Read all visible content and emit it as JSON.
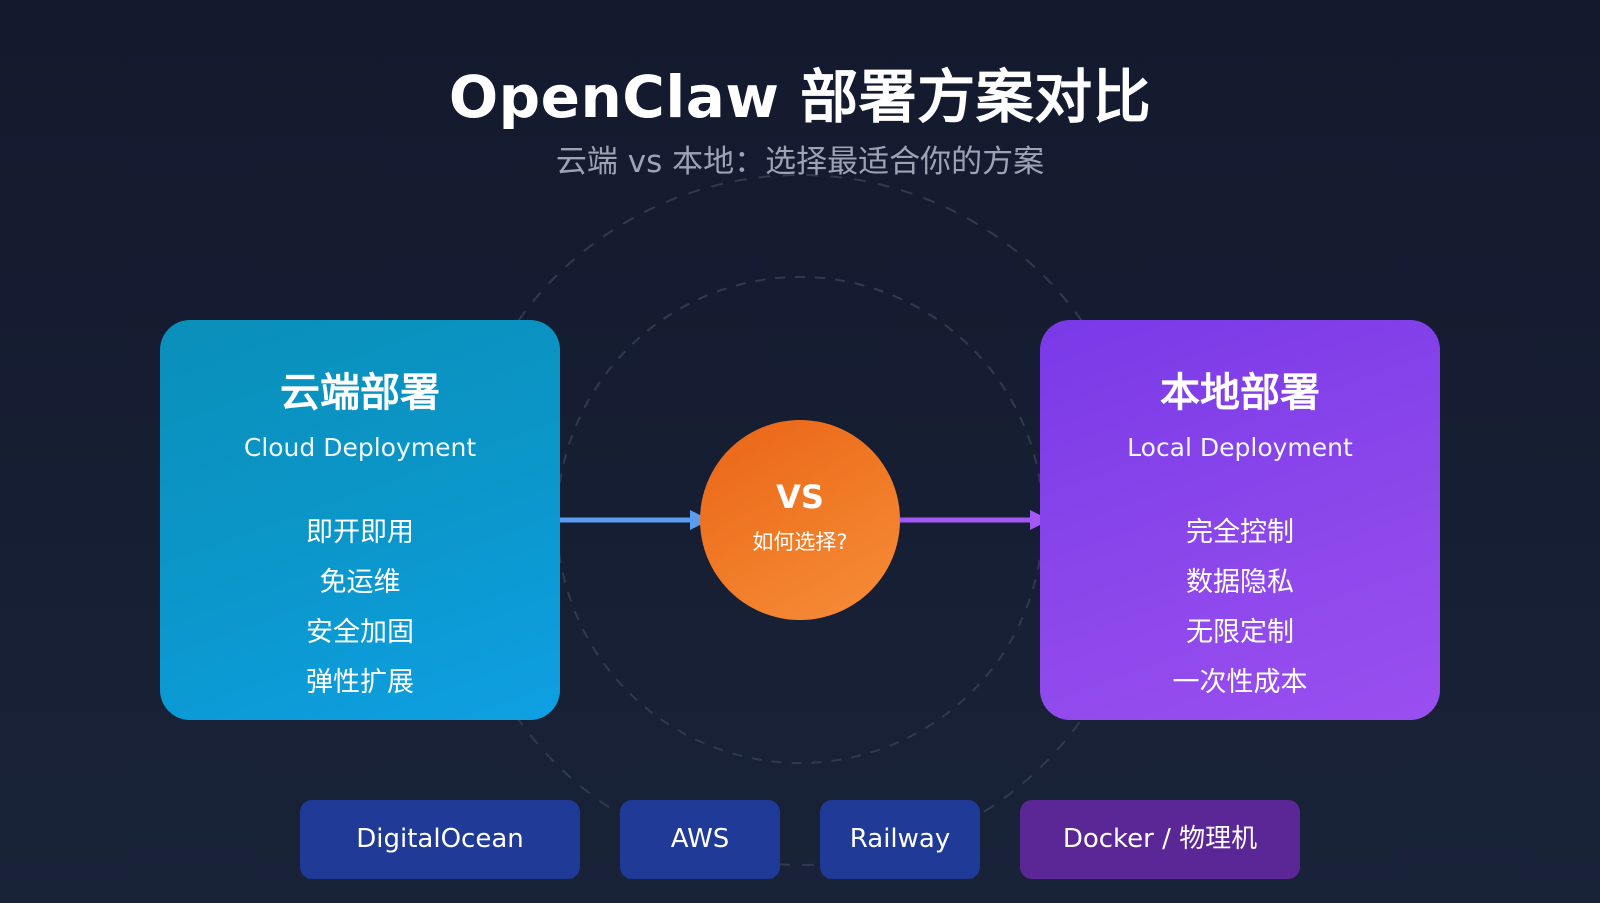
{
  "header": {
    "title": "OpenClaw 部署方案对比",
    "subtitle": "云端 vs 本地：选择最适合你的方案"
  },
  "cloud": {
    "title": "云端部署",
    "subtitle": "Cloud Deployment",
    "features": [
      "即开即用",
      "免运维",
      "安全加固",
      "弹性扩展"
    ]
  },
  "center": {
    "vs": "VS",
    "question": "如何选择?"
  },
  "local": {
    "title": "本地部署",
    "subtitle": "Local Deployment",
    "features": [
      "完全控制",
      "数据隐私",
      "无限定制",
      "一次性成本"
    ]
  },
  "platforms": [
    "DigitalOcean",
    "AWS",
    "Railway",
    "Docker / 物理机"
  ],
  "colors": {
    "background": "#161e33",
    "cloud_card": "#0b96c9",
    "local_card": "#8a46ea",
    "vs_circle": "#f07a26",
    "cloud_arrow": "#5b9bf0",
    "local_arrow": "#a259f5",
    "cloud_platform": "#1f3a97",
    "local_platform": "#5b2696",
    "subtitle_text": "#9aa4b5"
  }
}
